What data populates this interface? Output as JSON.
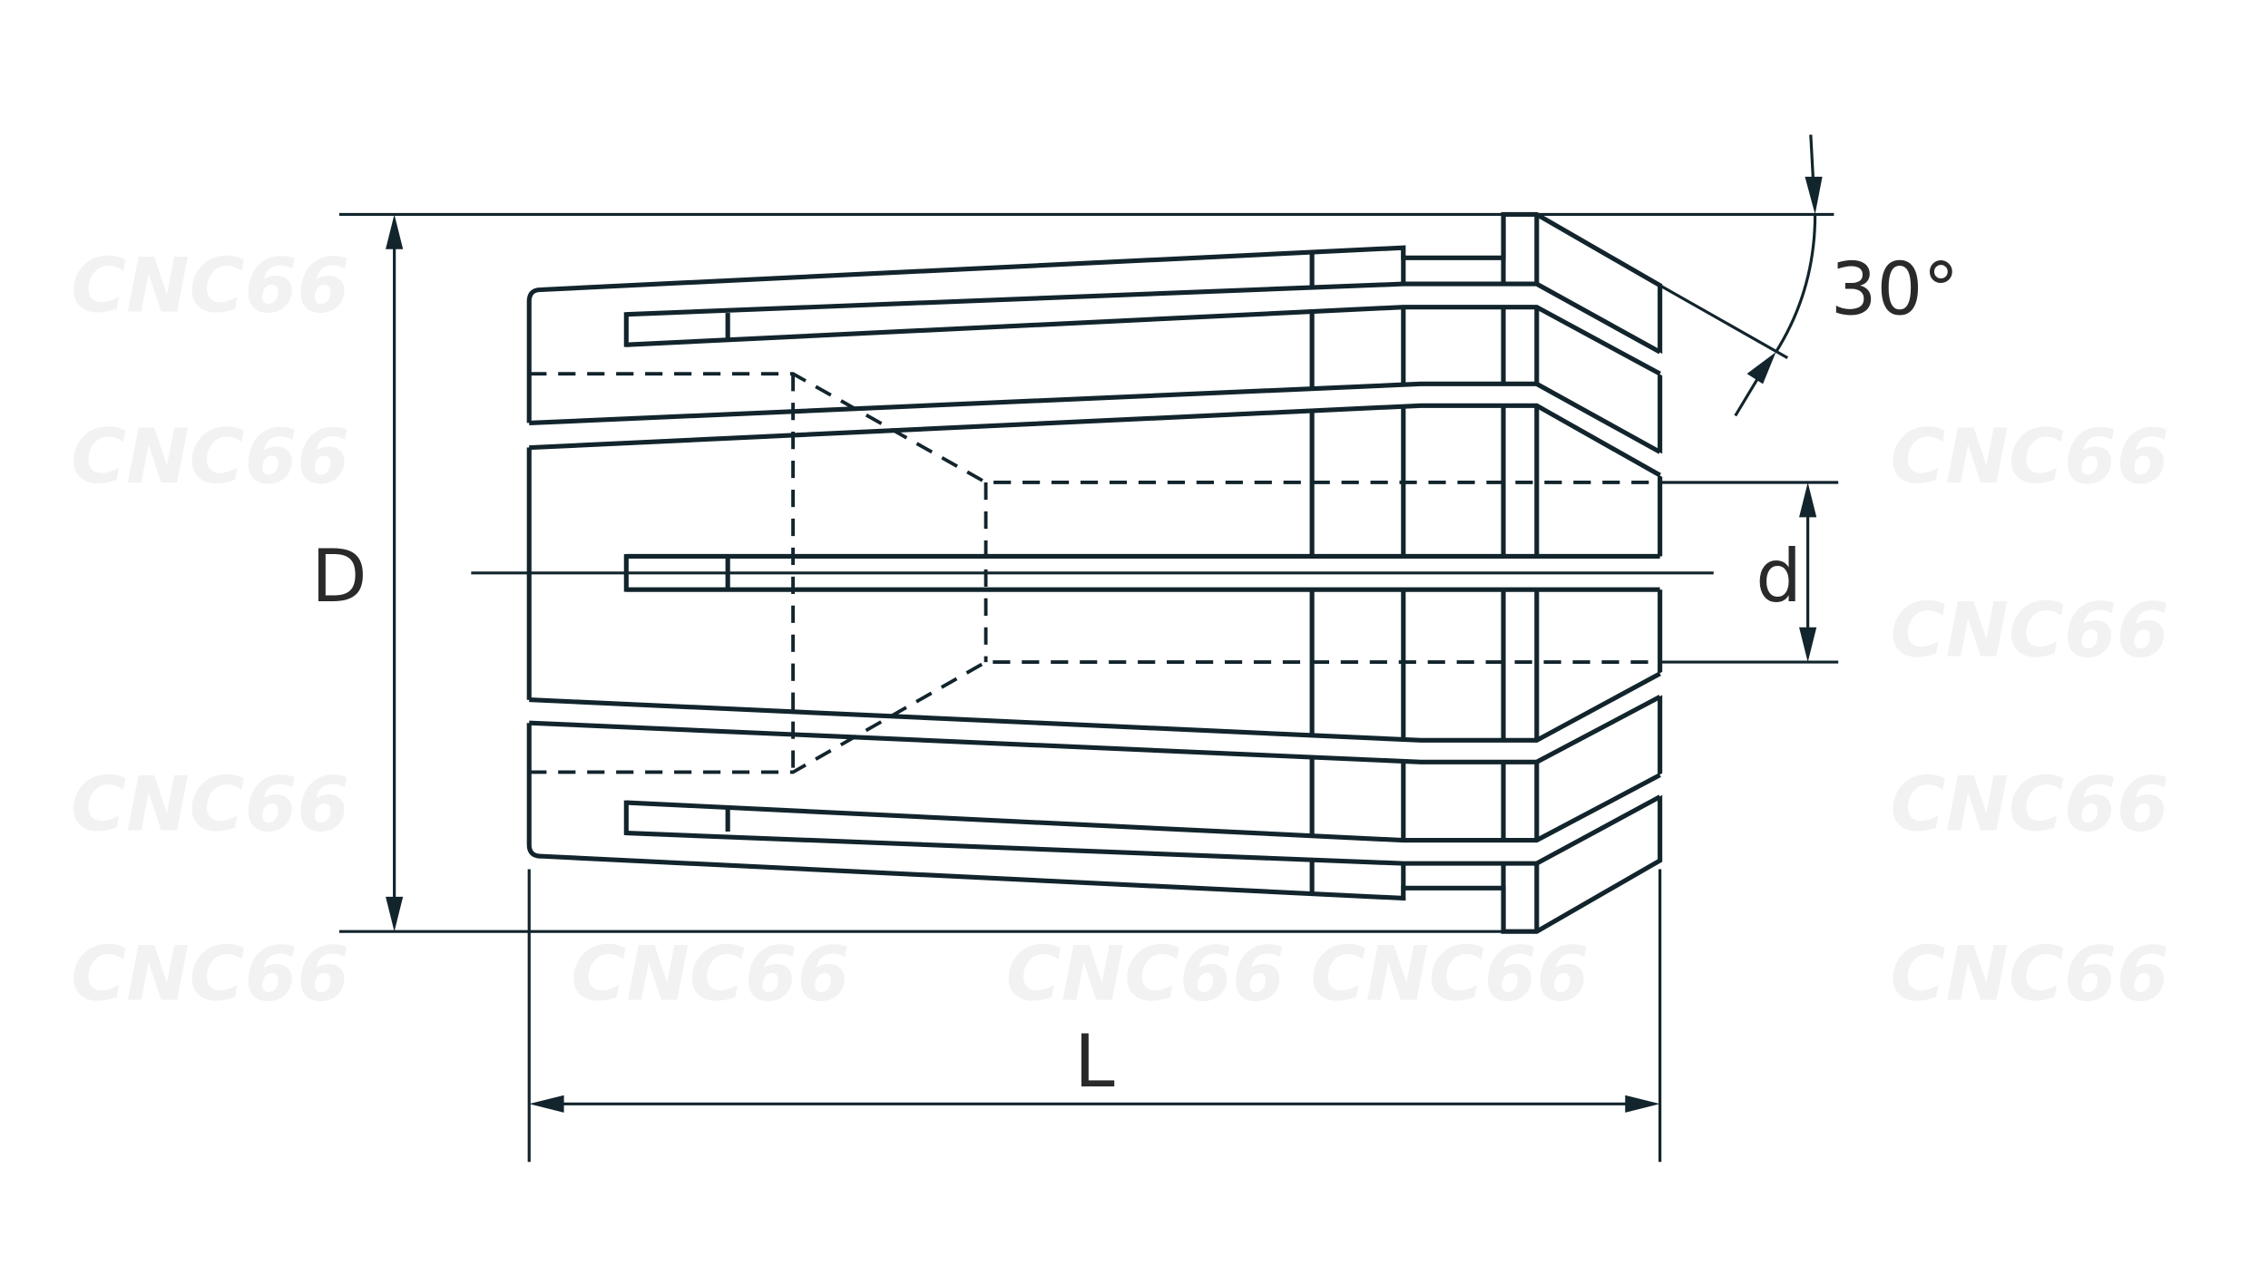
{
  "title": "Collet dimension drawing",
  "labels": {
    "outer_diameter": "D",
    "bore_diameter": "d",
    "length": "L",
    "cone_angle": "30°"
  },
  "watermark": "CNC66",
  "colors": {
    "body_fill": "#b7cbd8",
    "line": "#12242c",
    "slot": "#ffffff",
    "watermark": "#f2f2f2"
  }
}
